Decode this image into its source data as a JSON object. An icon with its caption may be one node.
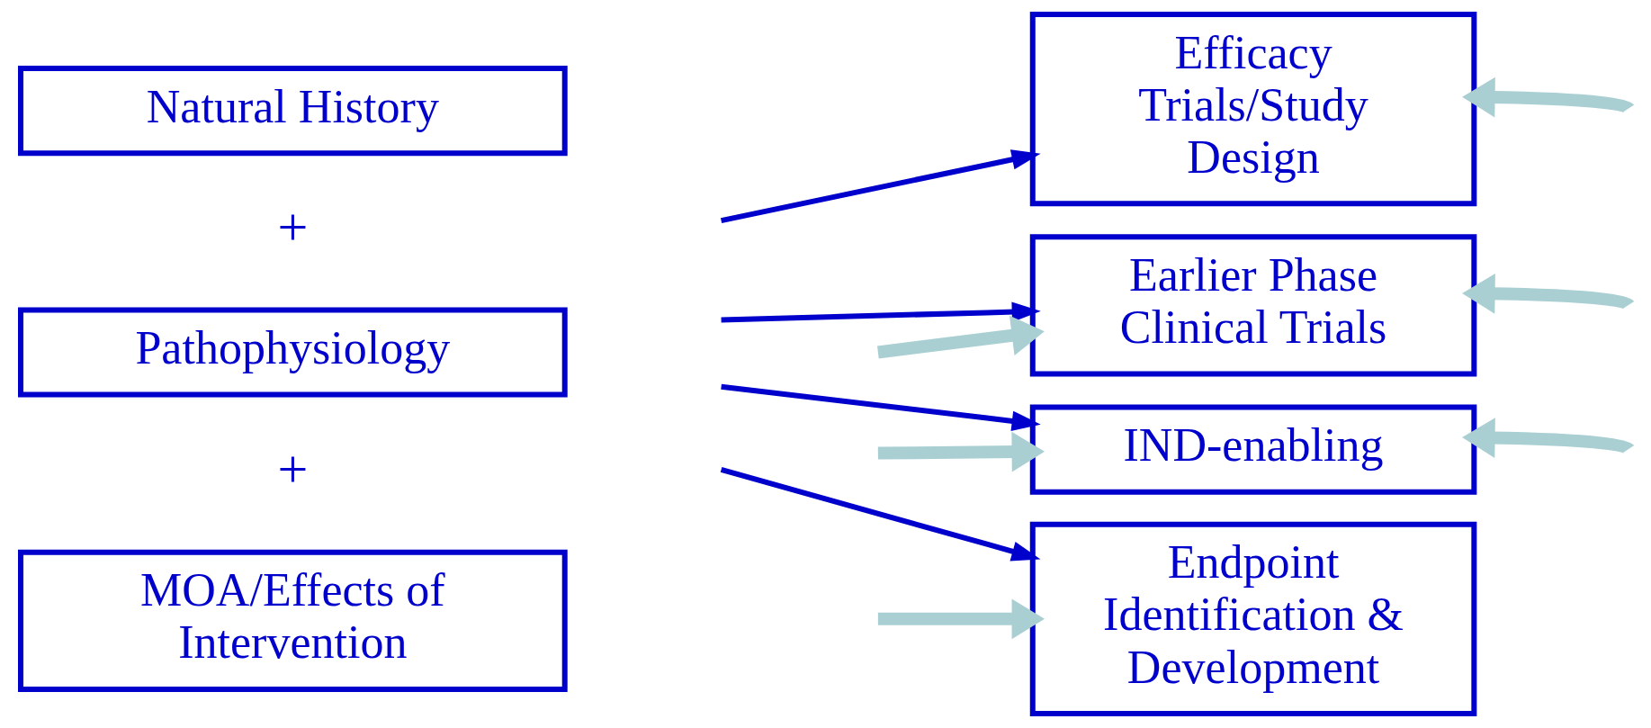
{
  "diagram": {
    "nodes": [
      {
        "text": [
          "Natural History"
        ]
      },
      {
        "text": [
          "Pathophysiology"
        ]
      },
      {
        "text": [
          "MOA/Effects of Intervention"
        ]
      },
      {
        "text": [
          "Efficacy Trials/Study Design"
        ]
      },
      {
        "text": [
          "Earlier Phase Clinical Trials"
        ]
      },
      {
        "text": [
          "IND-enabling"
        ]
      },
      {
        "text": [
          "Endpoint Identification & Development"
        ]
      }
    ],
    "edges": [
      {
        "from": null,
        "to": 3,
        "arrow": "to",
        "color": "#0000cc"
      },
      {
        "from": null,
        "to": 4,
        "arrow": "to",
        "color": "#0000cc"
      },
      {
        "from": null,
        "to": 5,
        "arrow": "to",
        "color": "#0000cc"
      },
      {
        "from": null,
        "to": 6,
        "arrow": "to",
        "color": "#0000cc"
      },
      {
        "from": null,
        "to": 4,
        "arrow": "to"
      },
      {
        "from": null,
        "to": 5,
        "arrow": "to"
      },
      {
        "from": null,
        "to": 6,
        "arrow": "to"
      },
      {
        "from": null,
        "to": 3,
        "arrow": "to"
      },
      {
        "from": null,
        "to": 4,
        "arrow": "to"
      },
      {
        "from": null,
        "to": 5,
        "arrow": "to"
      }
    ],
    "labels": [
      "+",
      "+"
    ]
  }
}
